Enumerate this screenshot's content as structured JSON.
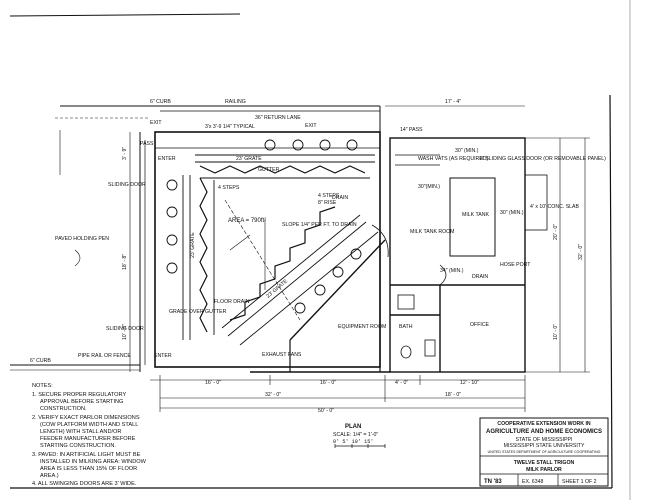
{
  "labels": {
    "curb_top": "6\" CURB",
    "railing": "RAILING",
    "dim_top_right": "17' - 4\"",
    "return_lane": "36\" RETURN LANE",
    "exit_left": "EXIT",
    "exit_right": "EXIT",
    "typical": "3'x 3'-9 1/4\" TYPICAL",
    "pass_top": "14\" PASS",
    "pass_left": "PASS",
    "enter_top": "ENTER",
    "grate_top": "23' GRATE",
    "gutter": "GUTTER",
    "steps_left": "4 STEPS",
    "steps_right": "4 STEPS",
    "step_rise": "8\" RISE",
    "area": "AREA = 790ft²",
    "slope": "SLOPE 1/4\" PER FT. TO DRAIN",
    "drain_label": "DRAIN",
    "grate_left": "23' GRATE",
    "grate_diag": "23' GRATE",
    "sliding_door_top": "SLIDING DOOR",
    "sliding_door_bottom": "SLIDING DOOR",
    "holding_pen": "PAVED HOLDING PEN",
    "dim_left_upper": "18' - 8\"",
    "dim_left_lower": "10' - 6\"",
    "dim_left_top": "3' - 9\"",
    "grade_gutter": "GRADE OVER GUTTER",
    "floor_drain": "FLOOR DRAIN",
    "enter_bottom": "ENTER",
    "curb_bottom": "6\" CURB",
    "pipe_rail": "PIPE RAIL OR FENCE",
    "exhaust_fans": "EXHAUST FANS",
    "equipment_room": "EQUIPMENT ROOM",
    "bath": "BATH",
    "office": "OFFICE",
    "wash_vats": "WASH VATS (AS REQUIRED)",
    "milk_tank_room": "MILK TANK ROOM",
    "milk_tank": "MILK TANK",
    "sliding_glass_door": "8' SLIDING GLASS DOOR (OR REMOVABLE PANEL)",
    "conc_slab": "4' x 10' CONC. SLAB",
    "hose_port": "HOSE PORT",
    "drain_tank": "DRAIN",
    "min_30_top": "30\" (MIN.)",
    "min_30_mid": "30\"(MIN.)",
    "min_30_right": "30\" (MIN.)",
    "min_34": "34\" (MIN.)",
    "dim_right_total": "32' - 0\"",
    "dim_right_upper": "20' - 0\"",
    "dim_right_lower": "10' - 0\"",
    "dim_b1": "16' - 0\"",
    "dim_b2": "16' - 0\"",
    "dim_b3": "4' - 0\"",
    "dim_b4": "12' - 10\"",
    "dim_b5": "32' - 0\"",
    "dim_b6": "18' - 0\"",
    "dim_b7": "50' - 0\"",
    "plan_title": "PLAN",
    "scale": "SCALE: 1/4\" = 1'-0\"",
    "scale_bar": "0'  5'  10'  15'"
  },
  "notes": {
    "heading": "NOTES:",
    "items": [
      "1. SECURE PROPER REGULATORY",
      "APPROVAL BEFORE STARTING",
      "CONSTRUCTION.",
      "2. VERIFY EXACT PARLOR DIMENSIONS",
      "(COW PLATFORM WIDTH AND STALL",
      "LENGTH) WITH STALL AND/OR",
      "FEEDER MANUFACTURER BEFORE",
      "STARTING CONSTRUCTION.",
      "3. PAVED: IN ARTIFICIAL LIGHT MUST BE",
      "INSTALLED IN MILKING AREA: WINDOW",
      "AREA IS LESS THAN 15% OF FLOOR",
      "AREA.)",
      "4. ALL SWINGING DOORS ARE 3' WIDE."
    ]
  },
  "title_block": {
    "line1": "COOPERATIVE EXTENSION WORK IN",
    "line2": "AGRICULTURE AND HOME ECONOMICS",
    "line3": "STATE OF MISSISSIPPI",
    "line4": "MISSISSIPPI STATE UNIVERSITY",
    "line5": "UNITED STATES DEPARTMENT OF AGRICULTURE COOPERATING",
    "title": "TWELVE STALL TRIGON",
    "subtitle": "MILK PARLOR",
    "number": "TN '83",
    "ex": "EX. 6348",
    "sheet": "SHEET 1 OF 2"
  }
}
